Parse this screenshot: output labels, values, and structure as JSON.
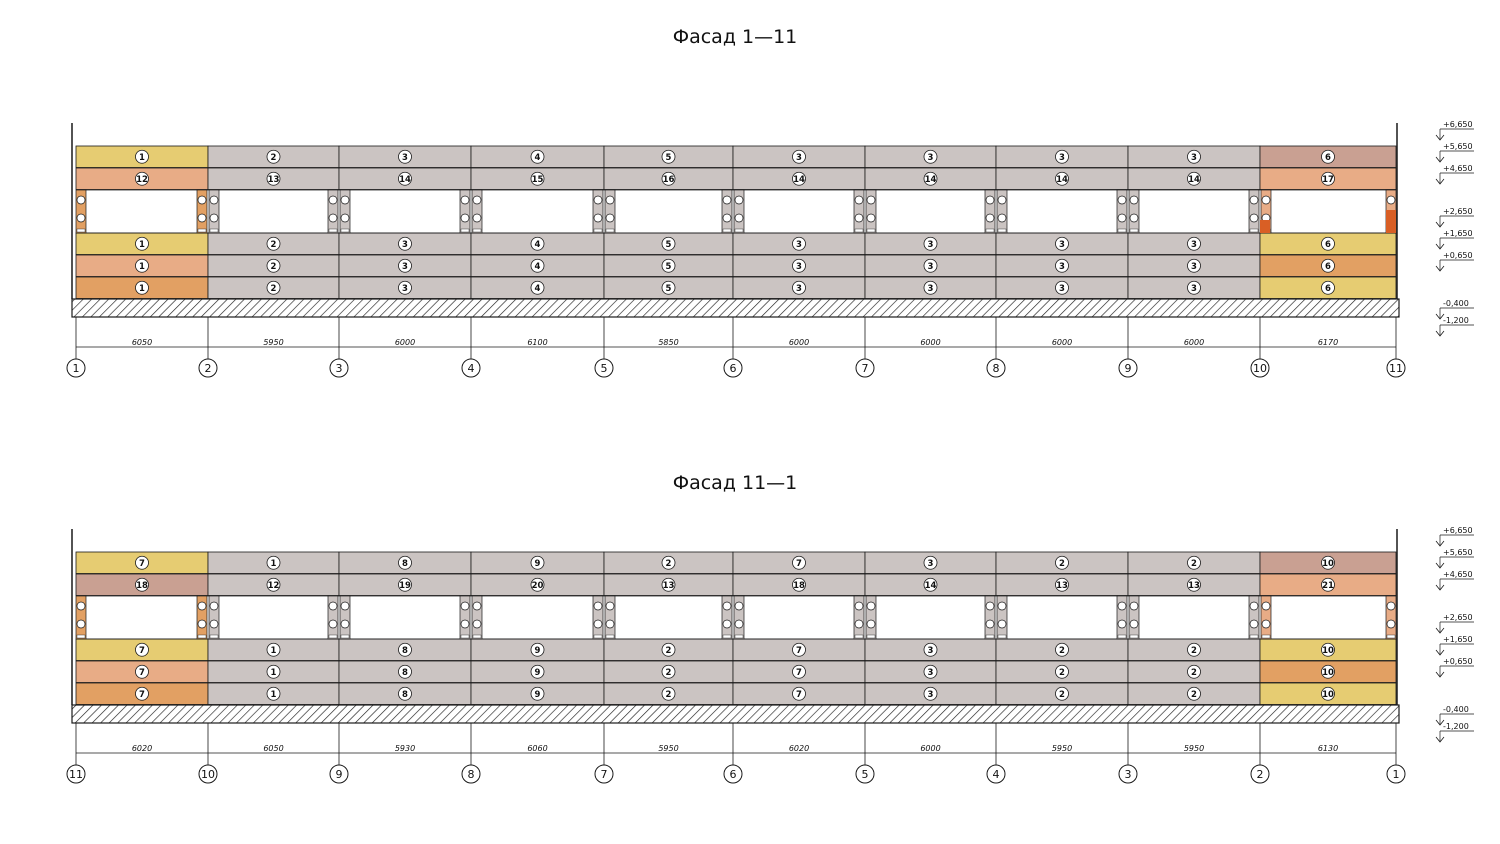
{
  "colors": {
    "grey": "#cbc4c2",
    "yellow": "#e6cc72",
    "peach": "#e8ac86",
    "orange": "#e2a063",
    "rose": "#c9a092",
    "accent": "#d95f25",
    "line": "#1a1a1a"
  },
  "levels": [
    "+6,650",
    "+5,650",
    "+4,650",
    "+2,650",
    "+1,650",
    "+0,650",
    "-0,400",
    "-1,200"
  ],
  "facades": [
    {
      "title": "Фасад 1—11",
      "axes": [
        "1",
        "2",
        "3",
        "4",
        "5",
        "6",
        "7",
        "8",
        "9",
        "10",
        "11"
      ],
      "dims": [
        "6050",
        "5950",
        "6000",
        "6100",
        "5850",
        "6000",
        "6000",
        "6000",
        "6000",
        "6170"
      ],
      "rows": [
        {
          "labels": [
            "1",
            "2",
            "3",
            "4",
            "5",
            "3",
            "3",
            "3",
            "3",
            "6"
          ],
          "colors": [
            "yellow",
            "grey",
            "grey",
            "grey",
            "grey",
            "grey",
            "grey",
            "grey",
            "grey",
            "rose"
          ]
        },
        {
          "labels": [
            "12",
            "13",
            "14",
            "15",
            "16",
            "14",
            "14",
            "14",
            "14",
            "17"
          ],
          "colors": [
            "peach",
            "grey",
            "grey",
            "grey",
            "grey",
            "grey",
            "grey",
            "grey",
            "grey",
            "peach"
          ]
        },
        {
          "labels": [
            "1",
            "2",
            "3",
            "4",
            "5",
            "3",
            "3",
            "3",
            "3",
            "6"
          ],
          "colors": [
            "yellow",
            "grey",
            "grey",
            "grey",
            "grey",
            "grey",
            "grey",
            "grey",
            "grey",
            "yellow"
          ]
        },
        {
          "labels": [
            "1",
            "2",
            "3",
            "4",
            "5",
            "3",
            "3",
            "3",
            "3",
            "6"
          ],
          "colors": [
            "peach",
            "grey",
            "grey",
            "grey",
            "grey",
            "grey",
            "grey",
            "grey",
            "grey",
            "orange"
          ]
        },
        {
          "labels": [
            "1",
            "2",
            "3",
            "4",
            "5",
            "3",
            "3",
            "3",
            "3",
            "6"
          ],
          "colors": [
            "orange",
            "grey",
            "grey",
            "grey",
            "grey",
            "grey",
            "grey",
            "grey",
            "grey",
            "yellow"
          ]
        }
      ],
      "posts": [
        {
          "colors": [
            "orange",
            "orange"
          ]
        },
        {
          "colors": [
            "orange",
            "grey"
          ]
        },
        {
          "colors": [
            "grey",
            "grey"
          ]
        },
        {
          "colors": [
            "grey",
            "grey"
          ]
        },
        {
          "colors": [
            "grey",
            "grey"
          ]
        },
        {
          "colors": [
            "grey",
            "grey"
          ]
        },
        {
          "colors": [
            "grey",
            "grey"
          ]
        },
        {
          "colors": [
            "grey",
            "grey"
          ]
        },
        {
          "colors": [
            "grey",
            "grey"
          ]
        },
        {
          "colors": [
            "grey",
            "peach"
          ]
        },
        {
          "colors": [
            "peach",
            "peach"
          ]
        }
      ]
    },
    {
      "title": "Фасад 11—1",
      "axes": [
        "11",
        "10",
        "9",
        "8",
        "7",
        "6",
        "5",
        "4",
        "3",
        "2",
        "1"
      ],
      "dims": [
        "6020",
        "6050",
        "5930",
        "6060",
        "5950",
        "6020",
        "6000",
        "5950",
        "5950",
        "6130"
      ],
      "rows": [
        {
          "labels": [
            "7",
            "1",
            "8",
            "9",
            "2",
            "7",
            "3",
            "2",
            "2",
            "10"
          ],
          "colors": [
            "yellow",
            "grey",
            "grey",
            "grey",
            "grey",
            "grey",
            "grey",
            "grey",
            "grey",
            "rose"
          ]
        },
        {
          "labels": [
            "18",
            "12",
            "19",
            "20",
            "13",
            "18",
            "14",
            "13",
            "13",
            "21"
          ],
          "colors": [
            "rose",
            "grey",
            "grey",
            "grey",
            "grey",
            "grey",
            "grey",
            "grey",
            "grey",
            "peach"
          ]
        },
        {
          "labels": [
            "7",
            "1",
            "8",
            "9",
            "2",
            "7",
            "3",
            "2",
            "2",
            "10"
          ],
          "colors": [
            "yellow",
            "grey",
            "grey",
            "grey",
            "grey",
            "grey",
            "grey",
            "grey",
            "grey",
            "yellow"
          ]
        },
        {
          "labels": [
            "7",
            "1",
            "8",
            "9",
            "2",
            "7",
            "3",
            "2",
            "2",
            "10"
          ],
          "colors": [
            "peach",
            "grey",
            "grey",
            "grey",
            "grey",
            "grey",
            "grey",
            "grey",
            "grey",
            "orange"
          ]
        },
        {
          "labels": [
            "7",
            "1",
            "8",
            "9",
            "2",
            "7",
            "3",
            "2",
            "2",
            "10"
          ],
          "colors": [
            "orange",
            "grey",
            "grey",
            "grey",
            "grey",
            "grey",
            "grey",
            "grey",
            "grey",
            "yellow"
          ]
        }
      ],
      "posts": [
        {
          "colors": [
            "orange",
            "orange"
          ]
        },
        {
          "colors": [
            "orange",
            "grey"
          ]
        },
        {
          "colors": [
            "grey",
            "grey"
          ]
        },
        {
          "colors": [
            "grey",
            "grey"
          ]
        },
        {
          "colors": [
            "grey",
            "grey"
          ]
        },
        {
          "colors": [
            "grey",
            "grey"
          ]
        },
        {
          "colors": [
            "grey",
            "grey"
          ]
        },
        {
          "colors": [
            "grey",
            "grey"
          ]
        },
        {
          "colors": [
            "grey",
            "grey"
          ]
        },
        {
          "colors": [
            "grey",
            "peach"
          ]
        },
        {
          "colors": [
            "peach",
            "peach"
          ]
        }
      ]
    }
  ]
}
